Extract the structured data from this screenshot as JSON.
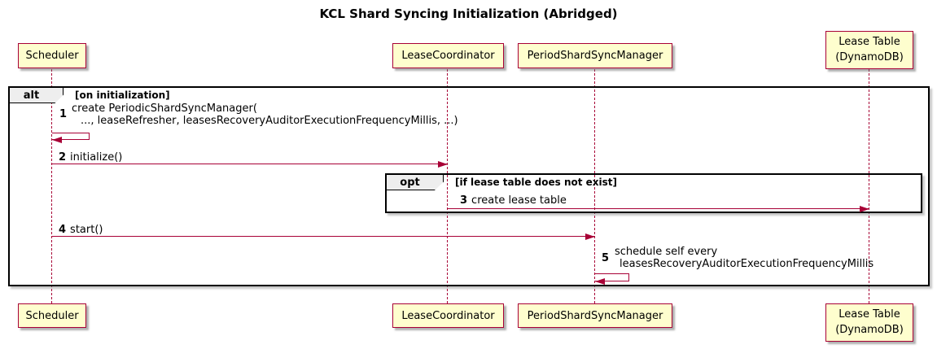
{
  "title": "KCL Shard Syncing Initialization (Abridged)",
  "colors": {
    "accent": "#A80036",
    "participant-fill": "#FEFECE",
    "frame-border": "#000000",
    "pentagon-bg": "#EEEEEE",
    "text": "#000000"
  },
  "participants": {
    "scheduler": {
      "label": "Scheduler"
    },
    "lease_coordinator": {
      "label": "LeaseCoordinator"
    },
    "period_shard_sync_manager": {
      "label": "PeriodShardSyncManager"
    },
    "lease_table": {
      "line1": "Lease Table",
      "line2": "(DynamoDB)"
    }
  },
  "frames": {
    "alt": {
      "operator": "alt",
      "condition": "[on initialization]"
    },
    "opt": {
      "operator": "opt",
      "condition": "[if lease table does not exist]"
    }
  },
  "messages": {
    "m1": {
      "num": "1",
      "line1": "create PeriodicShardSyncManager(",
      "line2": "..., leaseRefresher, leasesRecoveryAuditorExecutionFrequencyMillis, ...)",
      "type": "self",
      "from": "Scheduler",
      "to": "Scheduler"
    },
    "m2": {
      "num": "2",
      "text": "initialize()",
      "type": "sync",
      "from": "Scheduler",
      "to": "LeaseCoordinator"
    },
    "m3": {
      "num": "3",
      "text": "create lease table",
      "type": "sync",
      "from": "LeaseCoordinator",
      "to": "Lease Table (DynamoDB)"
    },
    "m4": {
      "num": "4",
      "text": "start()",
      "type": "sync",
      "from": "Scheduler",
      "to": "PeriodShardSyncManager"
    },
    "m5": {
      "num": "5",
      "line1": "schedule self every",
      "line2": "leasesRecoveryAuditorExecutionFrequencyMillis",
      "type": "self",
      "from": "PeriodShardSyncManager",
      "to": "PeriodShardSyncManager"
    }
  }
}
